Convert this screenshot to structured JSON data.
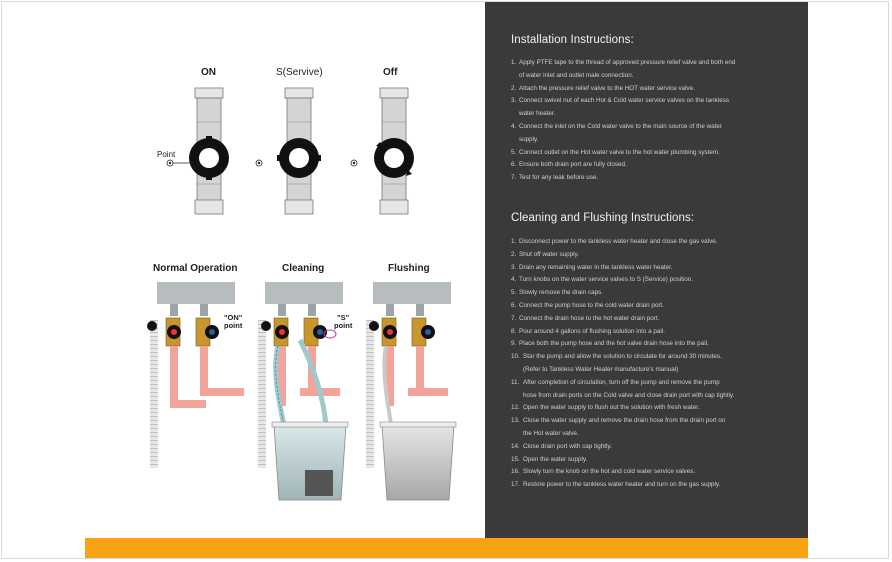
{
  "valve_states": {
    "on_label": "ON",
    "service_label": "S(Servive)",
    "off_label": "Off",
    "point_label": "Point"
  },
  "operations": {
    "normal_label": "Normal Operation",
    "cleaning_label": "Cleaning",
    "flushing_label": "Flushing",
    "on_point_line1": "\"ON\"",
    "on_point_line2": "point",
    "s_point_line1": "\"S\"",
    "s_point_line2": "point"
  },
  "installation": {
    "title": "Installation Instructions:",
    "steps": [
      {
        "num": "1.",
        "text": "Apply PTFE tape to the thread of approved pressure relief valve and both end",
        "cont": "of water inlet and outlet male connection."
      },
      {
        "num": "2.",
        "text": "Attach the pressure relief valve to the HOT water service valve.",
        "cont": ""
      },
      {
        "num": "3.",
        "text": "Connect swivel nut of each Hot & Cold water service valves on the tankless",
        "cont": "water heater."
      },
      {
        "num": "4.",
        "text": "Connect the inlet on the Cold water valve to the main source of the water",
        "cont": "supply."
      },
      {
        "num": "5.",
        "text": "Connect outlet on the Hot water valve to the hot water plumbing system.",
        "cont": ""
      },
      {
        "num": "6.",
        "text": "Ensure both drain port are fully closed.",
        "cont": ""
      },
      {
        "num": "7.",
        "text": "Test for any leak before use.",
        "cont": ""
      }
    ]
  },
  "cleaning": {
    "title": "Cleaning and Flushing Instructions:",
    "steps": [
      {
        "num": "1.",
        "text": "Disconnect power to the tankless water heater and close the gas valve.",
        "cont": ""
      },
      {
        "num": "2.",
        "text": "Shut off water supply.",
        "cont": ""
      },
      {
        "num": "3.",
        "text": "Drain any remaining water in the tankless water heater.",
        "cont": ""
      },
      {
        "num": "4.",
        "text": "Turn knobs on the water service valves to S (Service) position.",
        "cont": ""
      },
      {
        "num": "5.",
        "text": "Slowly remove the drain caps.",
        "cont": ""
      },
      {
        "num": "6.",
        "text": "Connect the pump hose to the cold water drain port.",
        "cont": ""
      },
      {
        "num": "7.",
        "text": "Connect the drain hose to the hot water drain port.",
        "cont": ""
      },
      {
        "num": "8.",
        "text": "Pour around 4 gallons of flushing solution into a pail.",
        "cont": ""
      },
      {
        "num": "9.",
        "text": "Place both the pump hose and the hot valve drain hose into the pail.",
        "cont": ""
      },
      {
        "num": "10.",
        "text": "Star the pump and allow the solution to circulate for around 30 minutes.",
        "cont": "(Refer to Tankless Water Heater manufacture's manual)"
      },
      {
        "num": "11.",
        "text": "After completion of circulation, turn off the pump and remove the pump",
        "cont": "hose from drain ports on the Cold valve and close drain port with cap tightly."
      },
      {
        "num": "12.",
        "text": "Open the water supply to flush out the solution with fresh water.",
        "cont": ""
      },
      {
        "num": "13.",
        "text": "Close the water supply and remove the drain hose from the drain port on",
        "cont": "the Hot water valve."
      },
      {
        "num": "14.",
        "text": "Close drain port with cap tightly.",
        "cont": ""
      },
      {
        "num": "15.",
        "text": "Open the water supply.",
        "cont": ""
      },
      {
        "num": "16.",
        "text": "Slowly turn the knob on the hot and cold water service valves.",
        "cont": ""
      },
      {
        "num": "17.",
        "text": "Restore power to the tankless water heater and turn on the gas supply.",
        "cont": ""
      }
    ]
  },
  "colors": {
    "panel": "#3a3a3a",
    "accent_bar": "#f7a313",
    "pipe_red": "#f2a49a",
    "valve_brass": "#c8962e"
  }
}
